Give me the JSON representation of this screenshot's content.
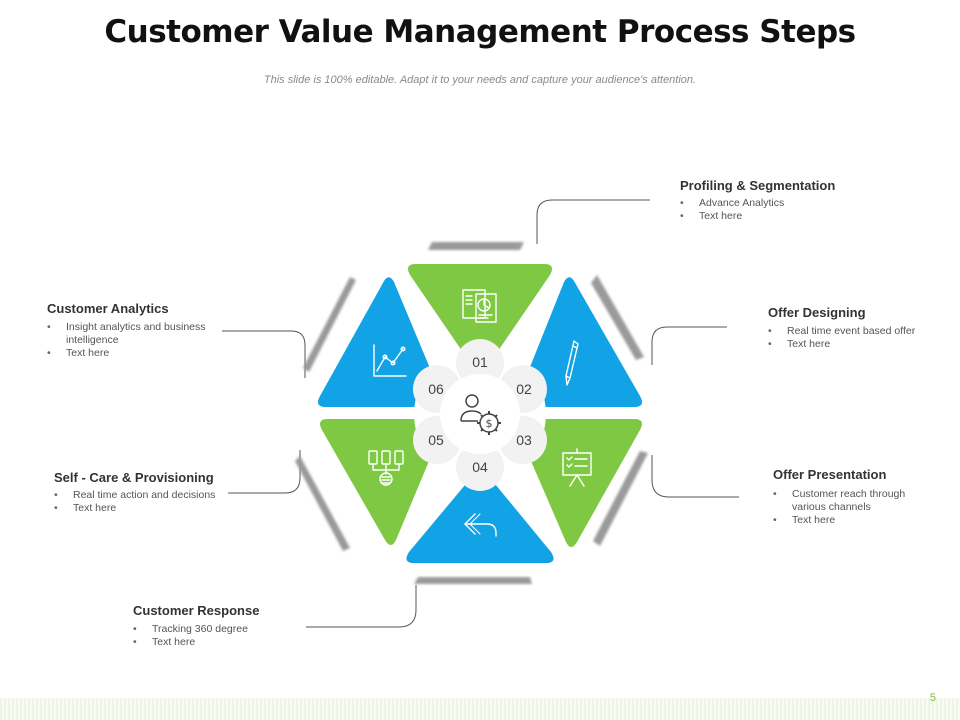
{
  "slide": {
    "title": "Customer Value Management Process Steps",
    "subtitle": "This slide is 100% editable. Adapt it to your needs and capture your audience's attention.",
    "page_number": "5"
  },
  "colors": {
    "green": "#7ec843",
    "blue": "#12a3e6",
    "shadow": "#9a9a9a",
    "icon": "#ffffff",
    "line": "#555555"
  },
  "steps": [
    {
      "number": "01",
      "color": "green",
      "icon": "document-chart-icon"
    },
    {
      "number": "02",
      "color": "blue",
      "icon": "pencil-icon"
    },
    {
      "number": "03",
      "color": "green",
      "icon": "presentation-board-icon"
    },
    {
      "number": "04",
      "color": "blue",
      "icon": "reply-arrow-icon"
    },
    {
      "number": "05",
      "color": "green",
      "icon": "phones-database-icon"
    },
    {
      "number": "06",
      "color": "blue",
      "icon": "line-chart-icon"
    }
  ],
  "center_icon": "customer-dollar-gear-icon",
  "cards": {
    "profiling": {
      "title": "Profiling & Segmentation",
      "bullets": [
        "Advance  Analytics",
        "Text here"
      ]
    },
    "offer_designing": {
      "title": "Offer Designing",
      "bullets": [
        "Real time event based offer",
        "Text here"
      ]
    },
    "offer_presentation": {
      "title": "Offer Presentation",
      "bullets": [
        "Customer reach through various channels",
        "Text here"
      ]
    },
    "customer_response": {
      "title": "Customer  Response",
      "bullets": [
        "Tracking 360 degree",
        "Text here"
      ]
    },
    "self_care": {
      "title": "Self - Care & Provisioning",
      "bullets": [
        "Real time action and decisions",
        "Text here"
      ]
    },
    "customer_analytics": {
      "title": "Customer  Analytics",
      "bullets": [
        "Insight analytics and business intelligence",
        "Text here"
      ]
    }
  }
}
